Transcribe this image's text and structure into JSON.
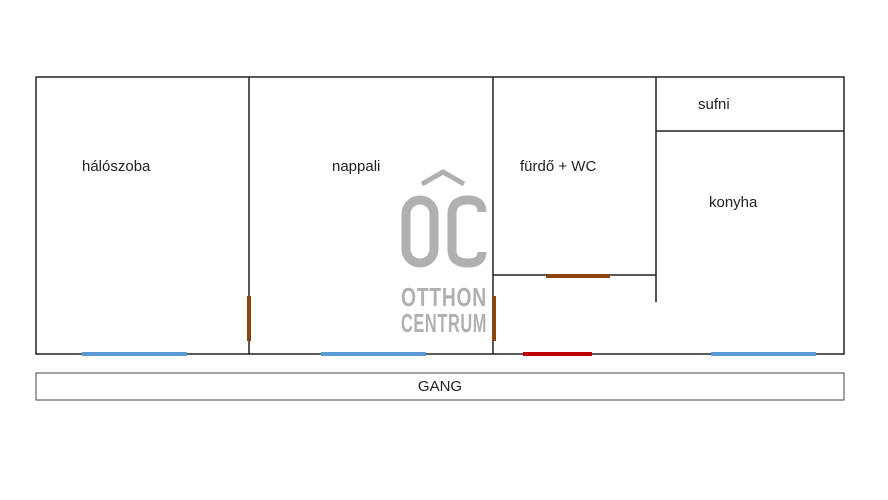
{
  "rooms": {
    "haloszoba": "hálószoba",
    "nappali": "nappali",
    "furdo": "fürdő + WC",
    "sufni": "sufni",
    "konyha": "konyha"
  },
  "corridor": "GANG",
  "watermark": {
    "monogram": "OC",
    "line1": "OTTHON",
    "line2": "CENTRUM",
    "color": "#b0b0b0"
  },
  "legend_colors": {
    "wall": "#222222",
    "window": "#5b9bd5",
    "door": "#8b4513",
    "entrance": "#c00000"
  }
}
